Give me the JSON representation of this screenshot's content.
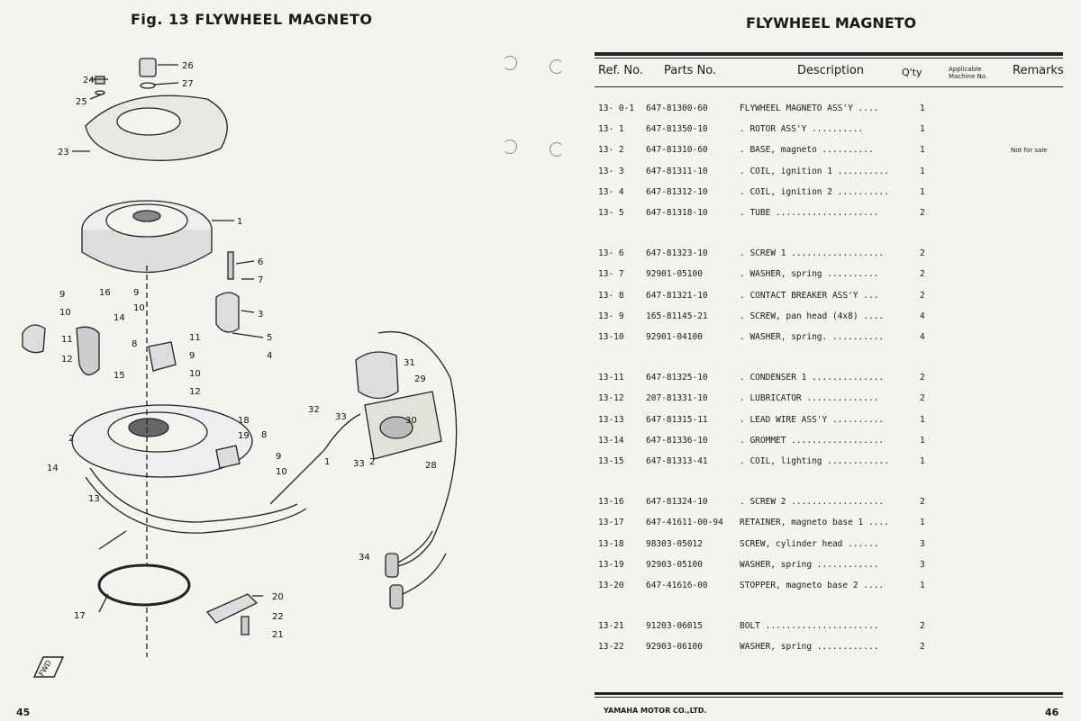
{
  "left_page": {
    "figure_title": "Fig. 13 FLYWHEEL MAGNETO",
    "page_number": "45",
    "callouts": [
      "24",
      "25",
      "23",
      "26",
      "27",
      "1",
      "6",
      "7",
      "9",
      "10",
      "11",
      "12",
      "16",
      "9",
      "10",
      "14",
      "8",
      "15",
      "11",
      "9",
      "10",
      "12",
      "3",
      "5",
      "4",
      "18",
      "19",
      "8",
      "9",
      "10",
      "2",
      "14",
      "13",
      "17",
      "20",
      "22",
      "21",
      "31",
      "32",
      "33",
      "30",
      "29",
      "33",
      "28",
      "34",
      "1",
      "2"
    ],
    "fwd_label": "FWD"
  },
  "right_page": {
    "title": "FLYWHEEL MAGNETO",
    "page_number": "46",
    "headers": {
      "ref_no": "Ref. No.",
      "parts_no": "Parts No.",
      "description": "Description",
      "qty": "Q'ty",
      "applicable": "Applicable Machine No.",
      "remarks": "Remarks"
    },
    "rows": [
      {
        "ref": "13- 0-1",
        "part": "647-81300-60",
        "desc": "FLYWHEEL MAGNETO ASS'Y ....",
        "qty": "1",
        "remark": ""
      },
      {
        "ref": "13- 1",
        "part": "647-81350-10",
        "desc": ". ROTOR ASS'Y ..........",
        "qty": "1",
        "remark": ""
      },
      {
        "ref": "13- 2",
        "part": "647-81310-60",
        "desc": ". BASE, magneto ..........",
        "qty": "1",
        "remark": "Not for sale"
      },
      {
        "ref": "13- 3",
        "part": "647-81311-10",
        "desc": ". COIL, ignition 1 ..........",
        "qty": "1",
        "remark": ""
      },
      {
        "ref": "13- 4",
        "part": "647-81312-10",
        "desc": ". COIL, ignition 2 ..........",
        "qty": "1",
        "remark": ""
      },
      {
        "ref": "13- 5",
        "part": "647-81318-10",
        "desc": ". TUBE ....................",
        "qty": "2",
        "remark": ""
      },
      {
        "ref": "13- 6",
        "part": "647-81323-10",
        "desc": ". SCREW 1 ..................",
        "qty": "2",
        "remark": ""
      },
      {
        "ref": "13- 7",
        "part": "92901-05100",
        "desc": ". WASHER, spring ..........",
        "qty": "2",
        "remark": ""
      },
      {
        "ref": "13- 8",
        "part": "647-81321-10",
        "desc": ". CONTACT BREAKER ASS'Y ...",
        "qty": "2",
        "remark": ""
      },
      {
        "ref": "13- 9",
        "part": "165-81145-21",
        "desc": ". SCREW, pan head (4x8) ....",
        "qty": "4",
        "remark": ""
      },
      {
        "ref": "13-10",
        "part": "92901-04100",
        "desc": ". WASHER, spring. ..........",
        "qty": "4",
        "remark": ""
      },
      {
        "ref": "13-11",
        "part": "647-81325-10",
        "desc": ". CONDENSER 1 ..............",
        "qty": "2",
        "remark": ""
      },
      {
        "ref": "13-12",
        "part": "207-81331-10",
        "desc": ". LUBRICATOR ..............",
        "qty": "2",
        "remark": ""
      },
      {
        "ref": "13-13",
        "part": "647-81315-11",
        "desc": ". LEAD WIRE ASS'Y ..........",
        "qty": "1",
        "remark": ""
      },
      {
        "ref": "13-14",
        "part": "647-81336-10",
        "desc": ". GROMMET ..................",
        "qty": "1",
        "remark": ""
      },
      {
        "ref": "13-15",
        "part": "647-81313-41",
        "desc": ". COIL, lighting ............",
        "qty": "1",
        "remark": ""
      },
      {
        "ref": "13-16",
        "part": "647-81324-10",
        "desc": ". SCREW 2 ..................",
        "qty": "2",
        "remark": ""
      },
      {
        "ref": "13-17",
        "part": "647-41611-00-94",
        "desc": "RETAINER, magneto base 1 ....",
        "qty": "1",
        "remark": ""
      },
      {
        "ref": "13-18",
        "part": "98303-05012",
        "desc": "SCREW, cylinder head ......",
        "qty": "3",
        "remark": ""
      },
      {
        "ref": "13-19",
        "part": "92903-05100",
        "desc": "WASHER, spring ............",
        "qty": "3",
        "remark": ""
      },
      {
        "ref": "13-20",
        "part": "647-41616-00",
        "desc": "STOPPER, magneto base 2 ....",
        "qty": "1",
        "remark": ""
      },
      {
        "ref": "13-21",
        "part": "91203-06015",
        "desc": "BOLT ......................",
        "qty": "2",
        "remark": ""
      },
      {
        "ref": "13-22",
        "part": "92903-06100",
        "desc": "WASHER, spring ............",
        "qty": "2",
        "remark": ""
      }
    ],
    "footer": "YAMAHA MOTOR CO.,LTD."
  }
}
